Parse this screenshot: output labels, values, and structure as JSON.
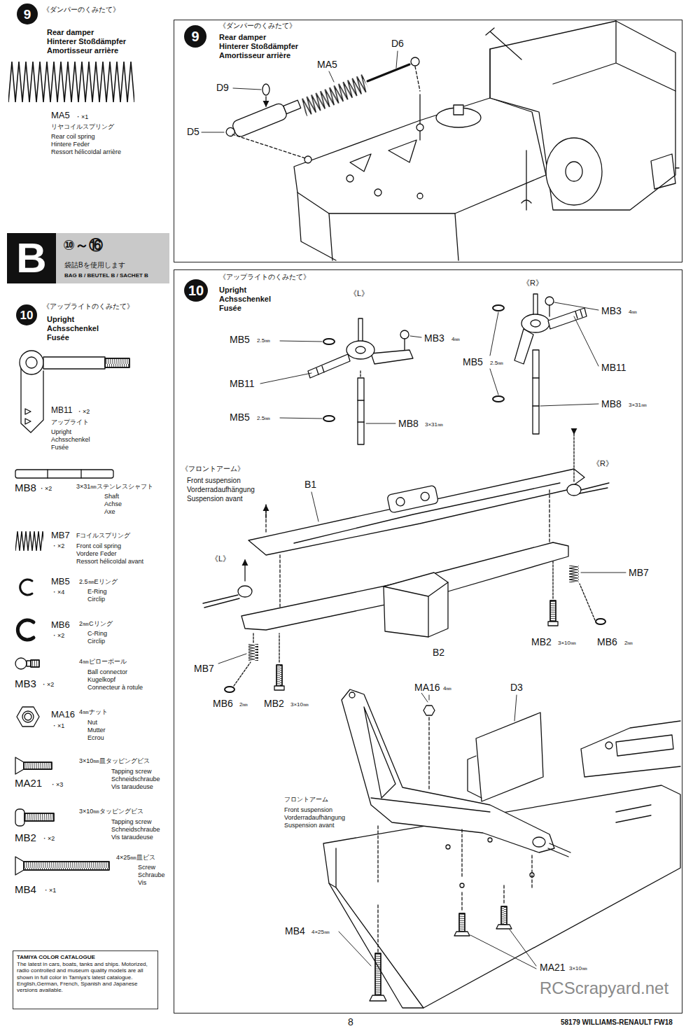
{
  "diagram": {
    "nodes": [
      {
        "text": [
          "9"
        ]
      },
      {
        "text": [
          "B"
        ]
      },
      {
        "text": [
          "⑩～⑯",
          "袋詰Bを使用します",
          "BAG B / BEUTEL B / SACHET B"
        ]
      },
      {
        "text": [
          "10"
        ]
      },
      {
        "text": [
          "TAMIYA COLOR CATALOGUE",
          "The latest in cars, boats, tanks and ships. Motorized, radio controlled and museum quality models are all shown in full color in Tamiya's latest catalogue. English,German, French, Spanish and Japanese versions available."
        ]
      },
      {
        "text": [
          "《ダンパーのくみたて》",
          "Rear damper",
          "Hinterer Stoßdämpfer",
          "Amortisseur arrière"
        ]
      },
      {
        "text": [
          "9"
        ],
        "in": 5
      },
      {
        "text": [
          "《アップライトのくみたて》",
          "Upright",
          "Achsschenkel",
          "Fusée"
        ]
      },
      {
        "text": [
          "10"
        ],
        "in": 7
      }
    ],
    "labels": [
      "《ダンパーのくみたて》",
      "Rear damper",
      "Hinterer Stoßdämpfer",
      "Amortisseur arrière",
      "MA5",
      "・×1",
      "リヤコイルスプリング",
      "Rear coil spring",
      "Hintere Feder",
      "Ressort hélicoïdal arrière",
      "《アップライトのくみたて》",
      "Upright",
      "Achsschenkel",
      "Fusée",
      "MB11",
      "・×2",
      "アップライト",
      "Upright",
      "Achsschenkel",
      "Fusée",
      "MB8",
      "・×2",
      "3×31㎜ステンレスシャフト",
      "Shaft",
      "Achse",
      "Axe",
      "MB7",
      "・×2",
      "Fコイルスプリング",
      "Front coil spring",
      "Vordere Feder",
      "Ressort hélicoïdal avant",
      "MB5",
      "・×4",
      "2.5㎜Eリング",
      "E-Ring",
      "Circlip",
      "MB6",
      "・×2",
      "2㎜Cリング",
      "C-Ring",
      "Circlip",
      "4㎜ピローボール",
      "Ball connector",
      "Kugelkopf",
      "Connecteur à rotule",
      "MB3",
      "・×2",
      "MA16",
      "・×1",
      "4㎜ナット",
      "Nut",
      "Mutter",
      "Ecrou",
      "3×10㎜皿タッピングビス",
      "Tapping screw",
      "Schneidschraube",
      "Vis taraudeuse",
      "MA21",
      "・×3",
      "3×10㎜タッピングビス",
      "Tapping screw",
      "Schneidschraube",
      "Vis taraudeuse",
      "MB2",
      "・×2",
      "4×25㎜皿ビス",
      "Screw",
      "Schraube",
      "Vis",
      "MB4",
      "・×1",
      "MA5",
      "D6",
      "D9",
      "D5",
      "《L》",
      "《R》",
      "MB5",
      "2.5㎜",
      "MB3",
      "4㎜",
      "MB11",
      "MB5",
      "2.5㎜",
      "MB8",
      "3×31㎜",
      "MB3",
      "4㎜",
      "MB5",
      "2.5㎜",
      "MB11",
      "MB8",
      "3×31㎜",
      "《フロントアーム》",
      "Front suspension",
      "Vorderradaufhängung",
      "Suspension avant",
      "B1",
      "《R》",
      "《L》",
      "MB7",
      "B2",
      "MB2",
      "3×10㎜",
      "MB6",
      "2㎜",
      "MB7",
      "MB6",
      "2㎜",
      "MB2",
      "3×10㎜",
      "MA16",
      "4㎜",
      "D3",
      "フロントアーム",
      "Front suspension",
      "Vorderradaufhängung",
      "Suspension avant",
      "MB4",
      "4×25㎜",
      "MA21",
      "3×10㎜",
      "RCScrapyard.net",
      "8",
      "58179 WILLIAMS-RENAULT FW18"
    ]
  }
}
